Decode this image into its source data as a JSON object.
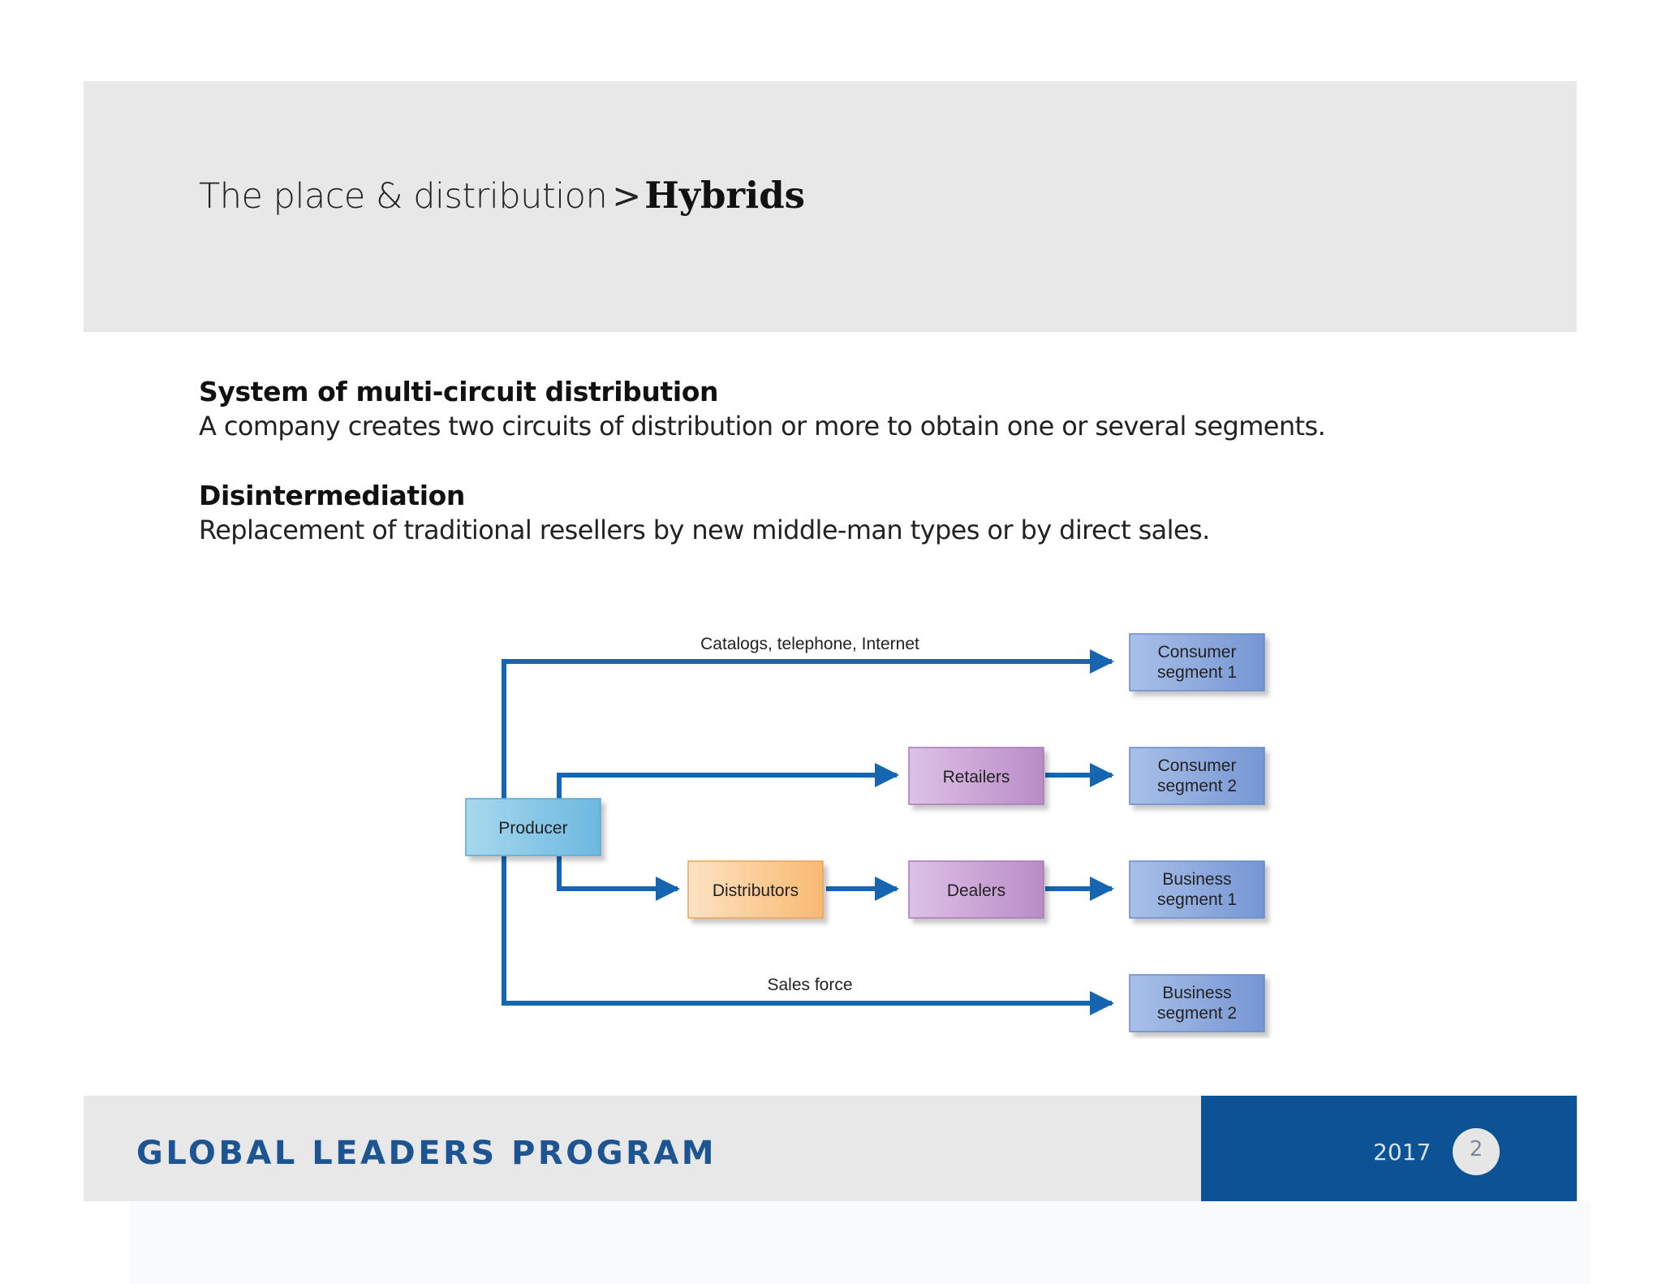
{
  "header": {
    "title_main": "The place & distribution",
    "title_separator": ">",
    "title_strong": "Hybrids"
  },
  "content": {
    "definitions": [
      {
        "term": "System of  multi-circuit distribution",
        "description": "A company creates two circuits of distribution or more to obtain one or several segments."
      },
      {
        "term": "Disintermediation",
        "description": "Replacement of traditional resellers by new middle-man types or by direct sales."
      }
    ]
  },
  "diagram": {
    "nodes": {
      "producer": "Producer",
      "retailers": "Retailers",
      "distributors": "Distributors",
      "dealers": "Dealers",
      "consumer_segment_1": [
        "Consumer",
        "segment 1"
      ],
      "consumer_segment_2": [
        "Consumer",
        "segment 2"
      ],
      "business_segment_1": [
        "Business",
        "segment 1"
      ],
      "business_segment_2": [
        "Business",
        "segment 2"
      ]
    },
    "edge_labels": {
      "direct_top": "Catalogs, telephone, Internet",
      "direct_bottom": "Sales force"
    },
    "colors": {
      "arrow": "#1565b0",
      "producer": "#7ec3e6",
      "segment": "#7d9fd8",
      "intermediary": "#c9a3d4",
      "distributor": "#fbc98e"
    }
  },
  "footer": {
    "program": "GLOBAL LEADERS PROGRAM",
    "year": "2017",
    "page": "2"
  }
}
